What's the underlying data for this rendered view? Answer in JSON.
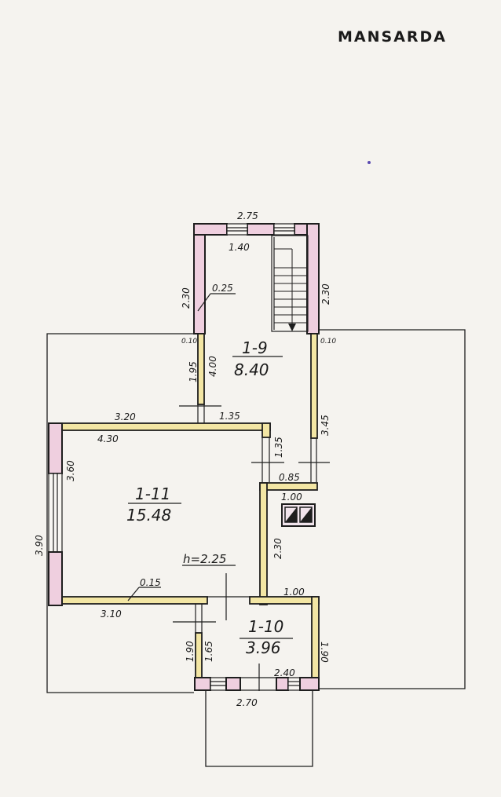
{
  "title": "MANSARDA",
  "colors": {
    "paper": "#f5f3ef",
    "exterior_wall": "#efcfdf",
    "interior_wall": "#f3e6a4",
    "ink": "#1e1e1e"
  },
  "rooms": [
    {
      "id": "1-9",
      "area": "8.40"
    },
    {
      "id": "1-10",
      "area": "3.96"
    },
    {
      "id": "1-11",
      "area": "15.48"
    }
  ],
  "ceiling_height": "h=2.25",
  "dimensions": {
    "top_width": "2.75",
    "top_inner": "1.40",
    "left_stair_wall": "2.30",
    "right_stair_wall": "2.30",
    "wall_thickness_top": "0.25",
    "left_corner": "0.10",
    "right_corner": "0.10",
    "left_hall_wall": "1.95",
    "hall_height": "4.00",
    "right_hall_wall": "3.45",
    "room11_top_left": "3.20",
    "room11_top_right": "1.35",
    "room11_inner_width": "4.30",
    "door_side": "1.35",
    "room11_window_wall": "3.60",
    "room11_outer_height": "3.90",
    "closet_width": "0.85",
    "chimney_width": "1.00",
    "partition_length": "2.30",
    "room11_wall_thickness": "0.15",
    "room11_bottom": "3.10",
    "room10_top": "1.00",
    "room10_left_outer": "1.90",
    "room10_left_inner": "1.65",
    "room10_right": "1.90",
    "room10_bottom_inner": "2.40",
    "room10_bottom_outer": "2.70"
  }
}
